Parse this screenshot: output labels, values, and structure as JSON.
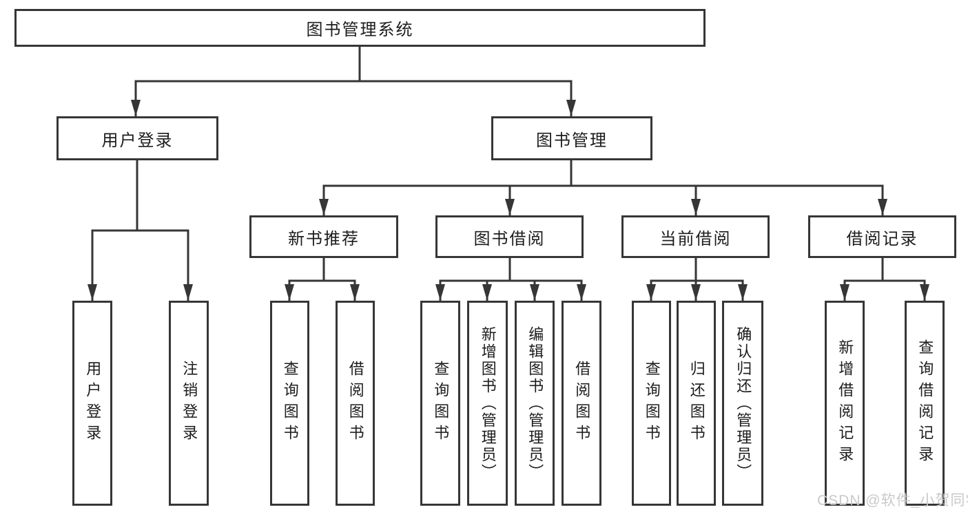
{
  "diagram": {
    "root": "图书管理系统",
    "user_login": {
      "label": "用户登录",
      "children": [
        "用户登录",
        "注销登录"
      ]
    },
    "book_mgmt": {
      "label": "图书管理",
      "children": [
        {
          "label": "新书推荐",
          "children": [
            "查询图书",
            "借阅图书"
          ]
        },
        {
          "label": "图书借阅",
          "children": [
            "查询图书",
            "新增图书（管理员）",
            "编辑图书（管理员）",
            "借阅图书"
          ]
        },
        {
          "label": "当前借阅",
          "children": [
            "查询图书",
            "归还图书",
            "确认归还（管理员）"
          ]
        },
        {
          "label": "借阅记录",
          "children": [
            "新增借阅记录",
            "查询借阅记录"
          ]
        }
      ]
    }
  },
  "watermark": "CSDN @软件_小贺同学",
  "colors": {
    "line": "#363636",
    "text": "#1c1c1c",
    "watermark": "#c9c9c9",
    "background": "#ffffff"
  }
}
